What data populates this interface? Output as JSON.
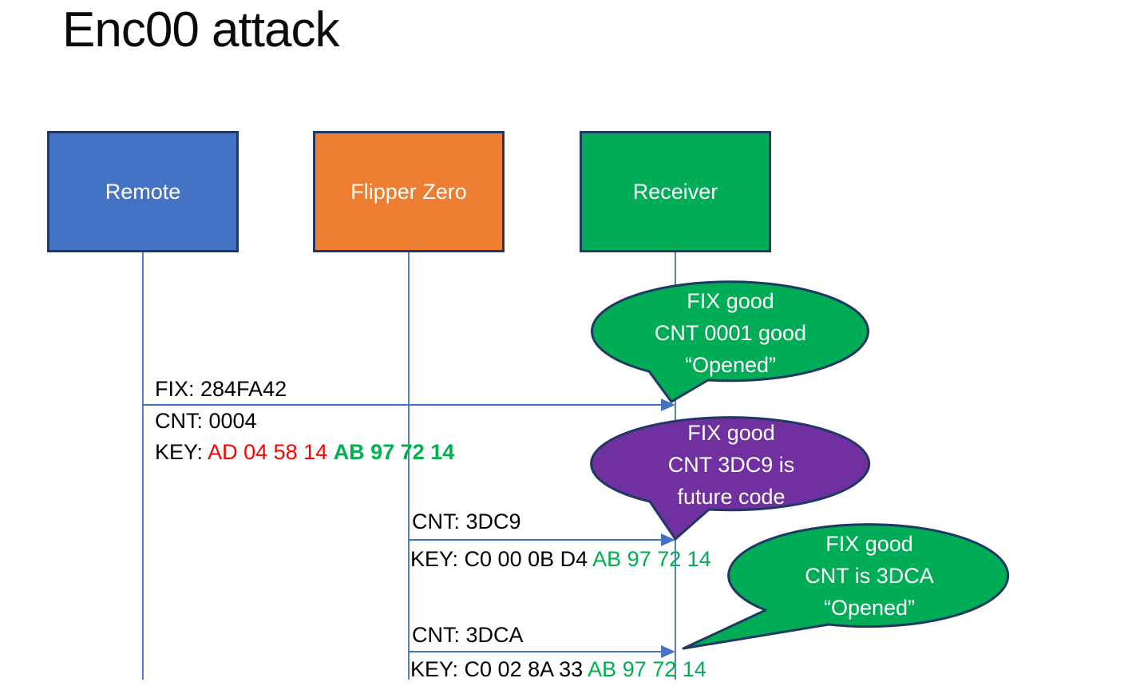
{
  "title": "Enc00 attack",
  "actors": [
    {
      "label": "Remote"
    },
    {
      "label": "Flipper Zero"
    },
    {
      "label": "Receiver"
    }
  ],
  "messages": [
    {
      "fix": "FIX: 284FA42",
      "cnt": "CNT: 0004",
      "key_prefix": "KEY: ",
      "key_red": "AD 04 58 14 ",
      "key_green": "AB 97 72 14"
    },
    {
      "cnt": "CNT: 3DC9",
      "key_prefix": "KEY: C0 00 0B D4 ",
      "key_green": "AB 97 72 14"
    },
    {
      "cnt": "CNT: 3DCA",
      "key_prefix": "KEY: C0 02 8A 33 ",
      "key_green": "AB 97 72 14"
    }
  ],
  "callouts": [
    {
      "lines": [
        "FIX good",
        "CNT 0001 good",
        "“Opened”"
      ],
      "color": "#00AC55"
    },
    {
      "lines": [
        "FIX good",
        "CNT 3DC9 is",
        "future code"
      ],
      "color": "#7030A0"
    },
    {
      "lines": [
        "FIX good",
        "CNT is 3DCA",
        "“Opened”"
      ],
      "color": "#00AC55"
    }
  ],
  "colors": {
    "remote_fill": "#4472C4",
    "flipper_fill": "#ED7D31",
    "receiver_fill": "#00AC55",
    "callout_green": "#00AC55",
    "callout_purple": "#7030A0",
    "shape_border_navy": "#1F3864",
    "connector_blue": "#4472C4",
    "key_red_text": "#FF0000",
    "key_green_text": "#00B050"
  }
}
